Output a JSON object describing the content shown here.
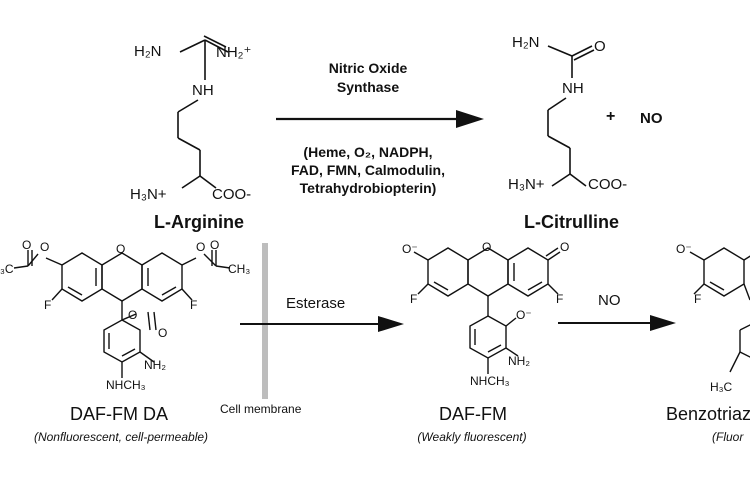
{
  "reaction1": {
    "reactant_name": "L-Arginine",
    "reactant_atoms": {
      "h2n": "H₂N",
      "nh2plus": "NH₂⁺",
      "nh": "NH",
      "h3nplus": "H₃N+",
      "coo": "COO-"
    },
    "enzyme_line1": "Nitric Oxide",
    "enzyme_line2": "Synthase",
    "cofactors_line1": "(Heme, O₂, NADPH,",
    "cofactors_line2": "FAD, FMN, Calmodulin,",
    "cofactors_line3": "Tetrahydrobiopterin)",
    "product_name": "L-Citrulline",
    "product_atoms": {
      "h2n": "H₂N",
      "o": "O",
      "nh": "NH",
      "h3nplus": "H₃N+",
      "coo": "COO-"
    },
    "plus": "+",
    "no": "NO"
  },
  "reaction2": {
    "daf_fm_da_name": "DAF-FM DA",
    "daf_fm_da_desc": "(Nonfluorescent, cell-permeable)",
    "esterase": "Esterase",
    "cell_membrane": "Cell membrane",
    "daf_fm_name": "DAF-FM",
    "daf_fm_desc": "(Weakly fluorescent)",
    "no_label": "NO",
    "product_name": "Benzotriaz",
    "product_desc": "(Fluor",
    "atoms": {
      "o": "O",
      "f": "F",
      "nh2": "NH₂",
      "nhch3": "NHCH₃",
      "h3c": "H₃C",
      "ch3_left": "₃C",
      "ch3_right": "CH₃",
      "o_minus": "O⁻"
    }
  }
}
